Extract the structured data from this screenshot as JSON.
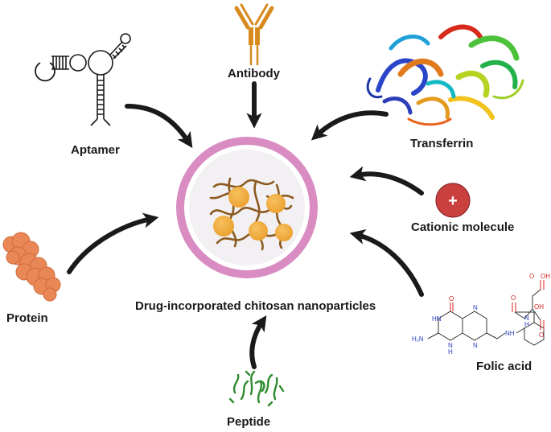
{
  "center": {
    "label": "Drug-incorporated chitosan nanoparticles"
  },
  "ligands": {
    "aptamer": "Aptamer",
    "antibody": "Antibody",
    "transferrin": "Transferrin",
    "cationic": "Cationic molecule",
    "cationic_symbol": "+",
    "protein": "Protein",
    "folic": "Folic acid",
    "peptide": "Peptide"
  },
  "folic_atoms": {
    "o": "O",
    "oh": "OH",
    "h": "H",
    "n": "N",
    "nh": "NH",
    "hn": "HN",
    "h2n": "H₂N"
  },
  "colors": {
    "ring": "#d98cc2",
    "ring_inner": "#f2f0f2",
    "particle": "#f1a93a",
    "chain": "#8b5a1f",
    "antibody": "#d88a1e",
    "cationic": "#c9403f",
    "protein": "#ea8756",
    "peptide": "#2e8b2e",
    "arrow": "#1a1a1a"
  },
  "icons": {
    "aptamer": "aptamer-hairpin-icon",
    "antibody": "antibody-y-icon",
    "transferrin": "protein-ribbon-icon",
    "cationic": "plus-circle-icon",
    "protein": "protein-blob-icon",
    "folic": "molecule-structure-icon",
    "peptide": "peptide-strands-icon"
  }
}
